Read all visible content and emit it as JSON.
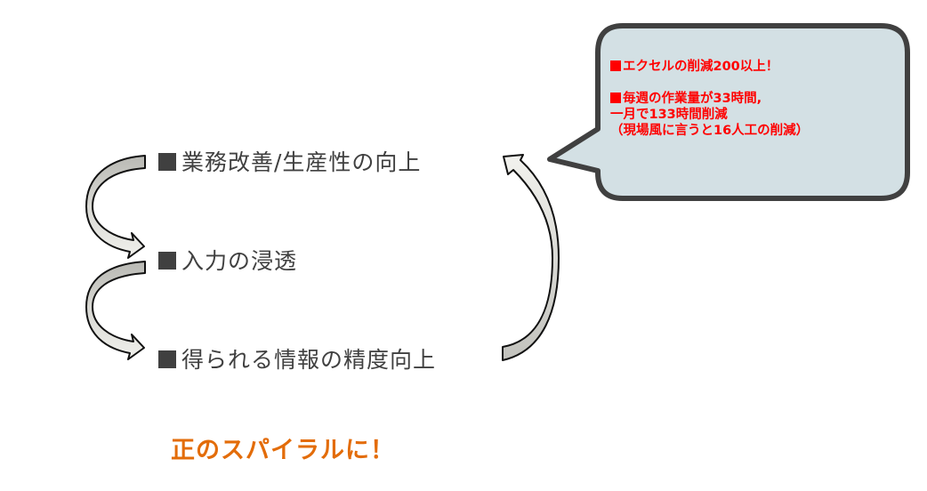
{
  "diagram": {
    "items": [
      {
        "label": "業務改善/生産性の向上"
      },
      {
        "label": "入力の浸透"
      },
      {
        "label": "得られる情報の精度向上"
      }
    ],
    "callout": {
      "point1": "エクセルの削減200以上！",
      "point2_line1": "毎週の作業量が33時間,",
      "point2_line2": "一月で133時間削減",
      "point2_line3": "（現場風に言うと16人工の削減）"
    },
    "slogan": "正のスパイラルに！",
    "colors": {
      "item_text": "#404040",
      "callout_text": "#ff0000",
      "callout_fill": "#d3e0e4",
      "callout_border": "#404040",
      "slogan": "#e36c09",
      "arrow_fill_light": "#eeeeea",
      "arrow_fill_dark": "#bdbdb8"
    }
  }
}
